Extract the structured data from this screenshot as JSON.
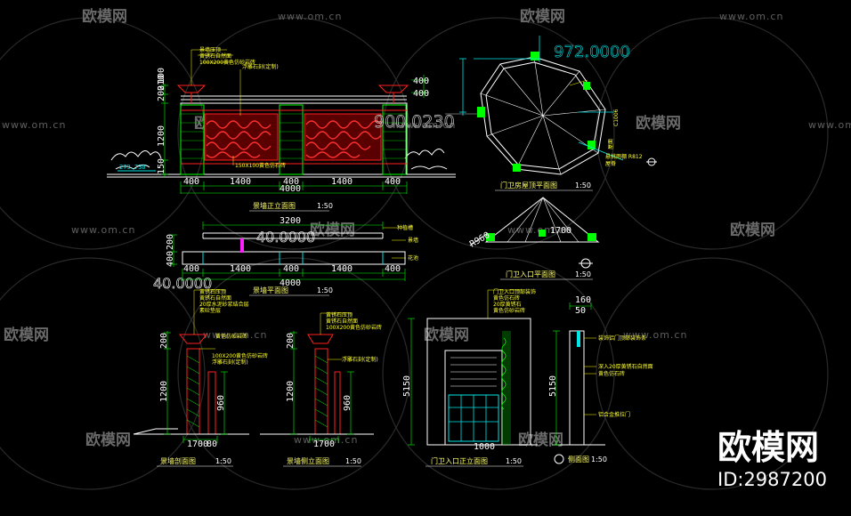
{
  "watermarks": {
    "site": "www.om.cn",
    "brand_cn": "欧模网"
  },
  "brand": {
    "name": "欧模网",
    "id_label": "ID:2987200"
  },
  "drawings": {
    "front_elevation": {
      "caption": "景墙正立面图",
      "scale": "1:50",
      "dims_bottom": [
        "400",
        "1400",
        "400",
        "1400",
        "400"
      ],
      "total_bottom": "4000",
      "dims_left": [
        "200",
        "1200",
        "210",
        "150",
        "100"
      ],
      "dims_right": [
        "400",
        "400"
      ],
      "level": "279.730",
      "notes": [
        "景墙压顶",
        "黄锈石自然面",
        "100X200黄色仿砂岩砖",
        "浮雕石刻(定制)",
        "150X100黄色仿石砖"
      ]
    },
    "plan_view": {
      "caption": "景墙平面图",
      "scale": "1:50",
      "dim_top": "3200",
      "dims_bottom": [
        "400",
        "1400",
        "400",
        "1400",
        "400"
      ],
      "total_bottom": "4000",
      "dims_left": [
        "200",
        "400"
      ],
      "big_text_1": "40.0000",
      "big_text_2": "40.0000",
      "notes": [
        "种植槽",
        "景墙",
        "花池"
      ]
    },
    "gate_roof_plan": {
      "caption": "门卫房屋顶平面图",
      "scale": "1:50",
      "big_text": "972.0000",
      "notes": [
        "屋面",
        "C1006",
        "悬挑雨棚 R812",
        "屋脊"
      ]
    },
    "gate_entrance_plan": {
      "caption": "门卫入口平面图",
      "scale": "1:50",
      "radius": "R960",
      "dim_top": "1700"
    },
    "section_a": {
      "caption": "景墙剖面图",
      "scale": "1:50",
      "dims_left": [
        "200",
        "1200"
      ],
      "dims_right": [
        "960"
      ],
      "dim_bottom": "1700",
      "dim_bottom2": "80",
      "notes": [
        "黄锈石压顶",
        "黄锈石自然面",
        "20厚水泥砂浆结合层",
        "素砼垫层",
        "100X200黄色仿砂岩砖",
        "黄色仿砂岩砖",
        "浮雕石刻(定制)"
      ]
    },
    "section_b": {
      "caption": "景墙侧立面图",
      "scale": "1:50",
      "dims_left": [
        "200",
        "1200"
      ],
      "dims_right": [
        "960"
      ],
      "dim_bottom": "1700",
      "notes": [
        "黄锈石压顶",
        "黄锈石自然面",
        "100X200黄色仿砂岩砖",
        "浮雕石刻(定制)"
      ]
    },
    "gate_front_elevation": {
      "caption": "门卫入口正立面图",
      "scale": "1:50",
      "dim_left": "5150",
      "dim_bottom": "1000",
      "notes": [
        "门卫入口顶部装饰",
        "黄色仿石砖",
        "20厚黄锈石",
        "黄色仿砂岩砖"
      ]
    },
    "gate_side_elevation": {
      "caption": "侧面图",
      "scale": "1:50",
      "dim_left": "5150",
      "dims_top": [
        "160",
        "50"
      ],
      "notes": [
        "装饰铝门顶部装饰条",
        "深入20厚黄锈石自然面",
        "黄色仿石砖",
        "铝合金推拉门"
      ]
    },
    "overlay_text": "900.0230"
  }
}
